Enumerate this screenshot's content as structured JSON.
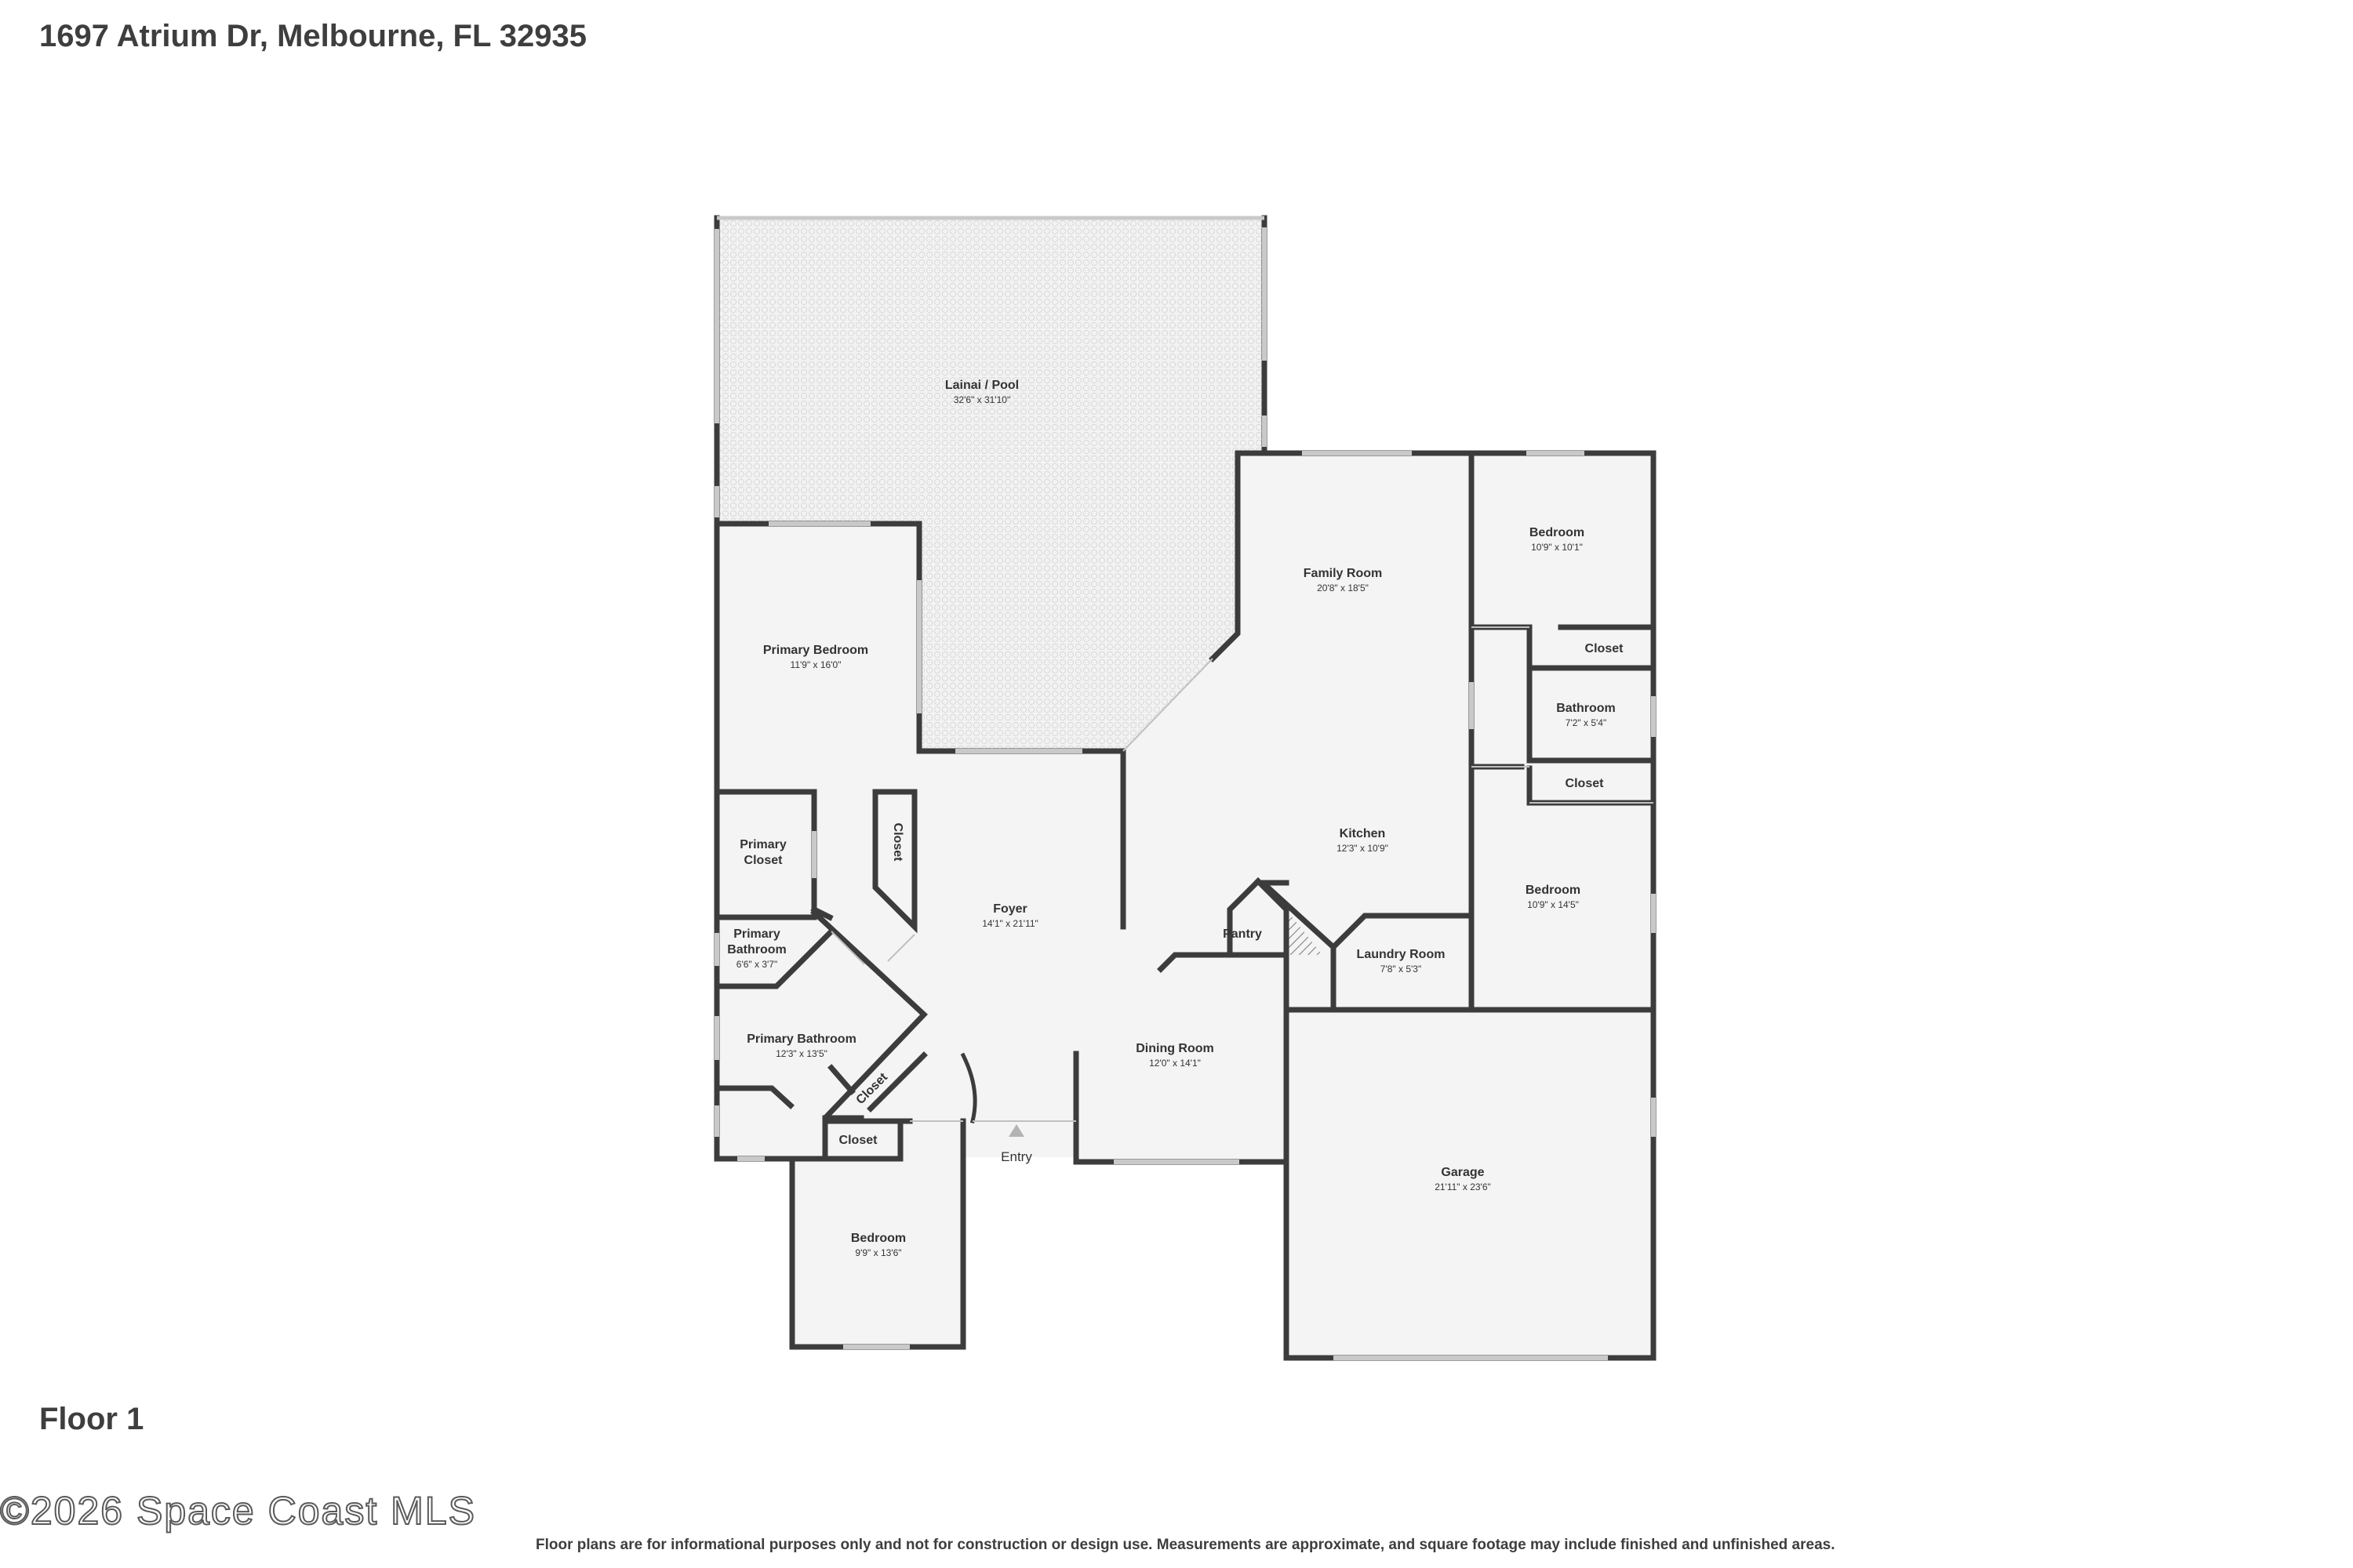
{
  "header": {
    "address": "1697 Atrium Dr, Melbourne, FL 32935"
  },
  "floor_label": "Floor 1",
  "watermark": "©2026 Space Coast MLS",
  "disclaimer": "Floor plans are for informational purposes only and not for construction or design use. Measurements are approximate, and square footage may include finished and unfinished areas.",
  "entry_label": "Entry",
  "rooms": {
    "lanai": {
      "name": "Lainai / Pool",
      "dims": "32'6\" x 31'10\""
    },
    "family_room": {
      "name": "Family Room",
      "dims": "20'8\" x 18'5\""
    },
    "bedroom_ne": {
      "name": "Bedroom",
      "dims": "10'9\" x 10'1\""
    },
    "closet_ne": {
      "name": "Closet"
    },
    "bathroom_e": {
      "name": "Bathroom",
      "dims": "7'2\" x 5'4\""
    },
    "closet_e": {
      "name": "Closet"
    },
    "bedroom_e": {
      "name": "Bedroom",
      "dims": "10'9\" x 14'5\""
    },
    "primary_bedroom": {
      "name": "Primary Bedroom",
      "dims": "11'9\" x 16'0\""
    },
    "primary_closet": {
      "line1": "Primary",
      "line2": "Closet"
    },
    "closet_primary": {
      "name": "Closet"
    },
    "primary_bath_small": {
      "line1": "Primary",
      "line2": "Bathroom",
      "dims": "6'6\" x 3'7\""
    },
    "primary_bathroom": {
      "name": "Primary Bathroom",
      "dims": "12'3\" x 13'5\""
    },
    "closet_diag": {
      "name": "Closet"
    },
    "closet_s": {
      "name": "Closet"
    },
    "foyer": {
      "name": "Foyer",
      "dims": "14'1\" x 21'11\""
    },
    "kitchen": {
      "name": "Kitchen",
      "dims": "12'3\" x 10'9\""
    },
    "pantry": {
      "name": "Pantry"
    },
    "laundry": {
      "name": "Laundry Room",
      "dims": "7'8\" x 5'3\""
    },
    "dining": {
      "name": "Dining Room",
      "dims": "12'0\" x 14'1\""
    },
    "garage": {
      "name": "Garage",
      "dims": "21'11\" x 23'6\""
    },
    "bedroom_s": {
      "name": "Bedroom",
      "dims": "9'9\" x 13'6\""
    }
  },
  "colors": {
    "wall": "#3c3c3c",
    "floor": "#f4f4f4",
    "text": "#333333"
  }
}
